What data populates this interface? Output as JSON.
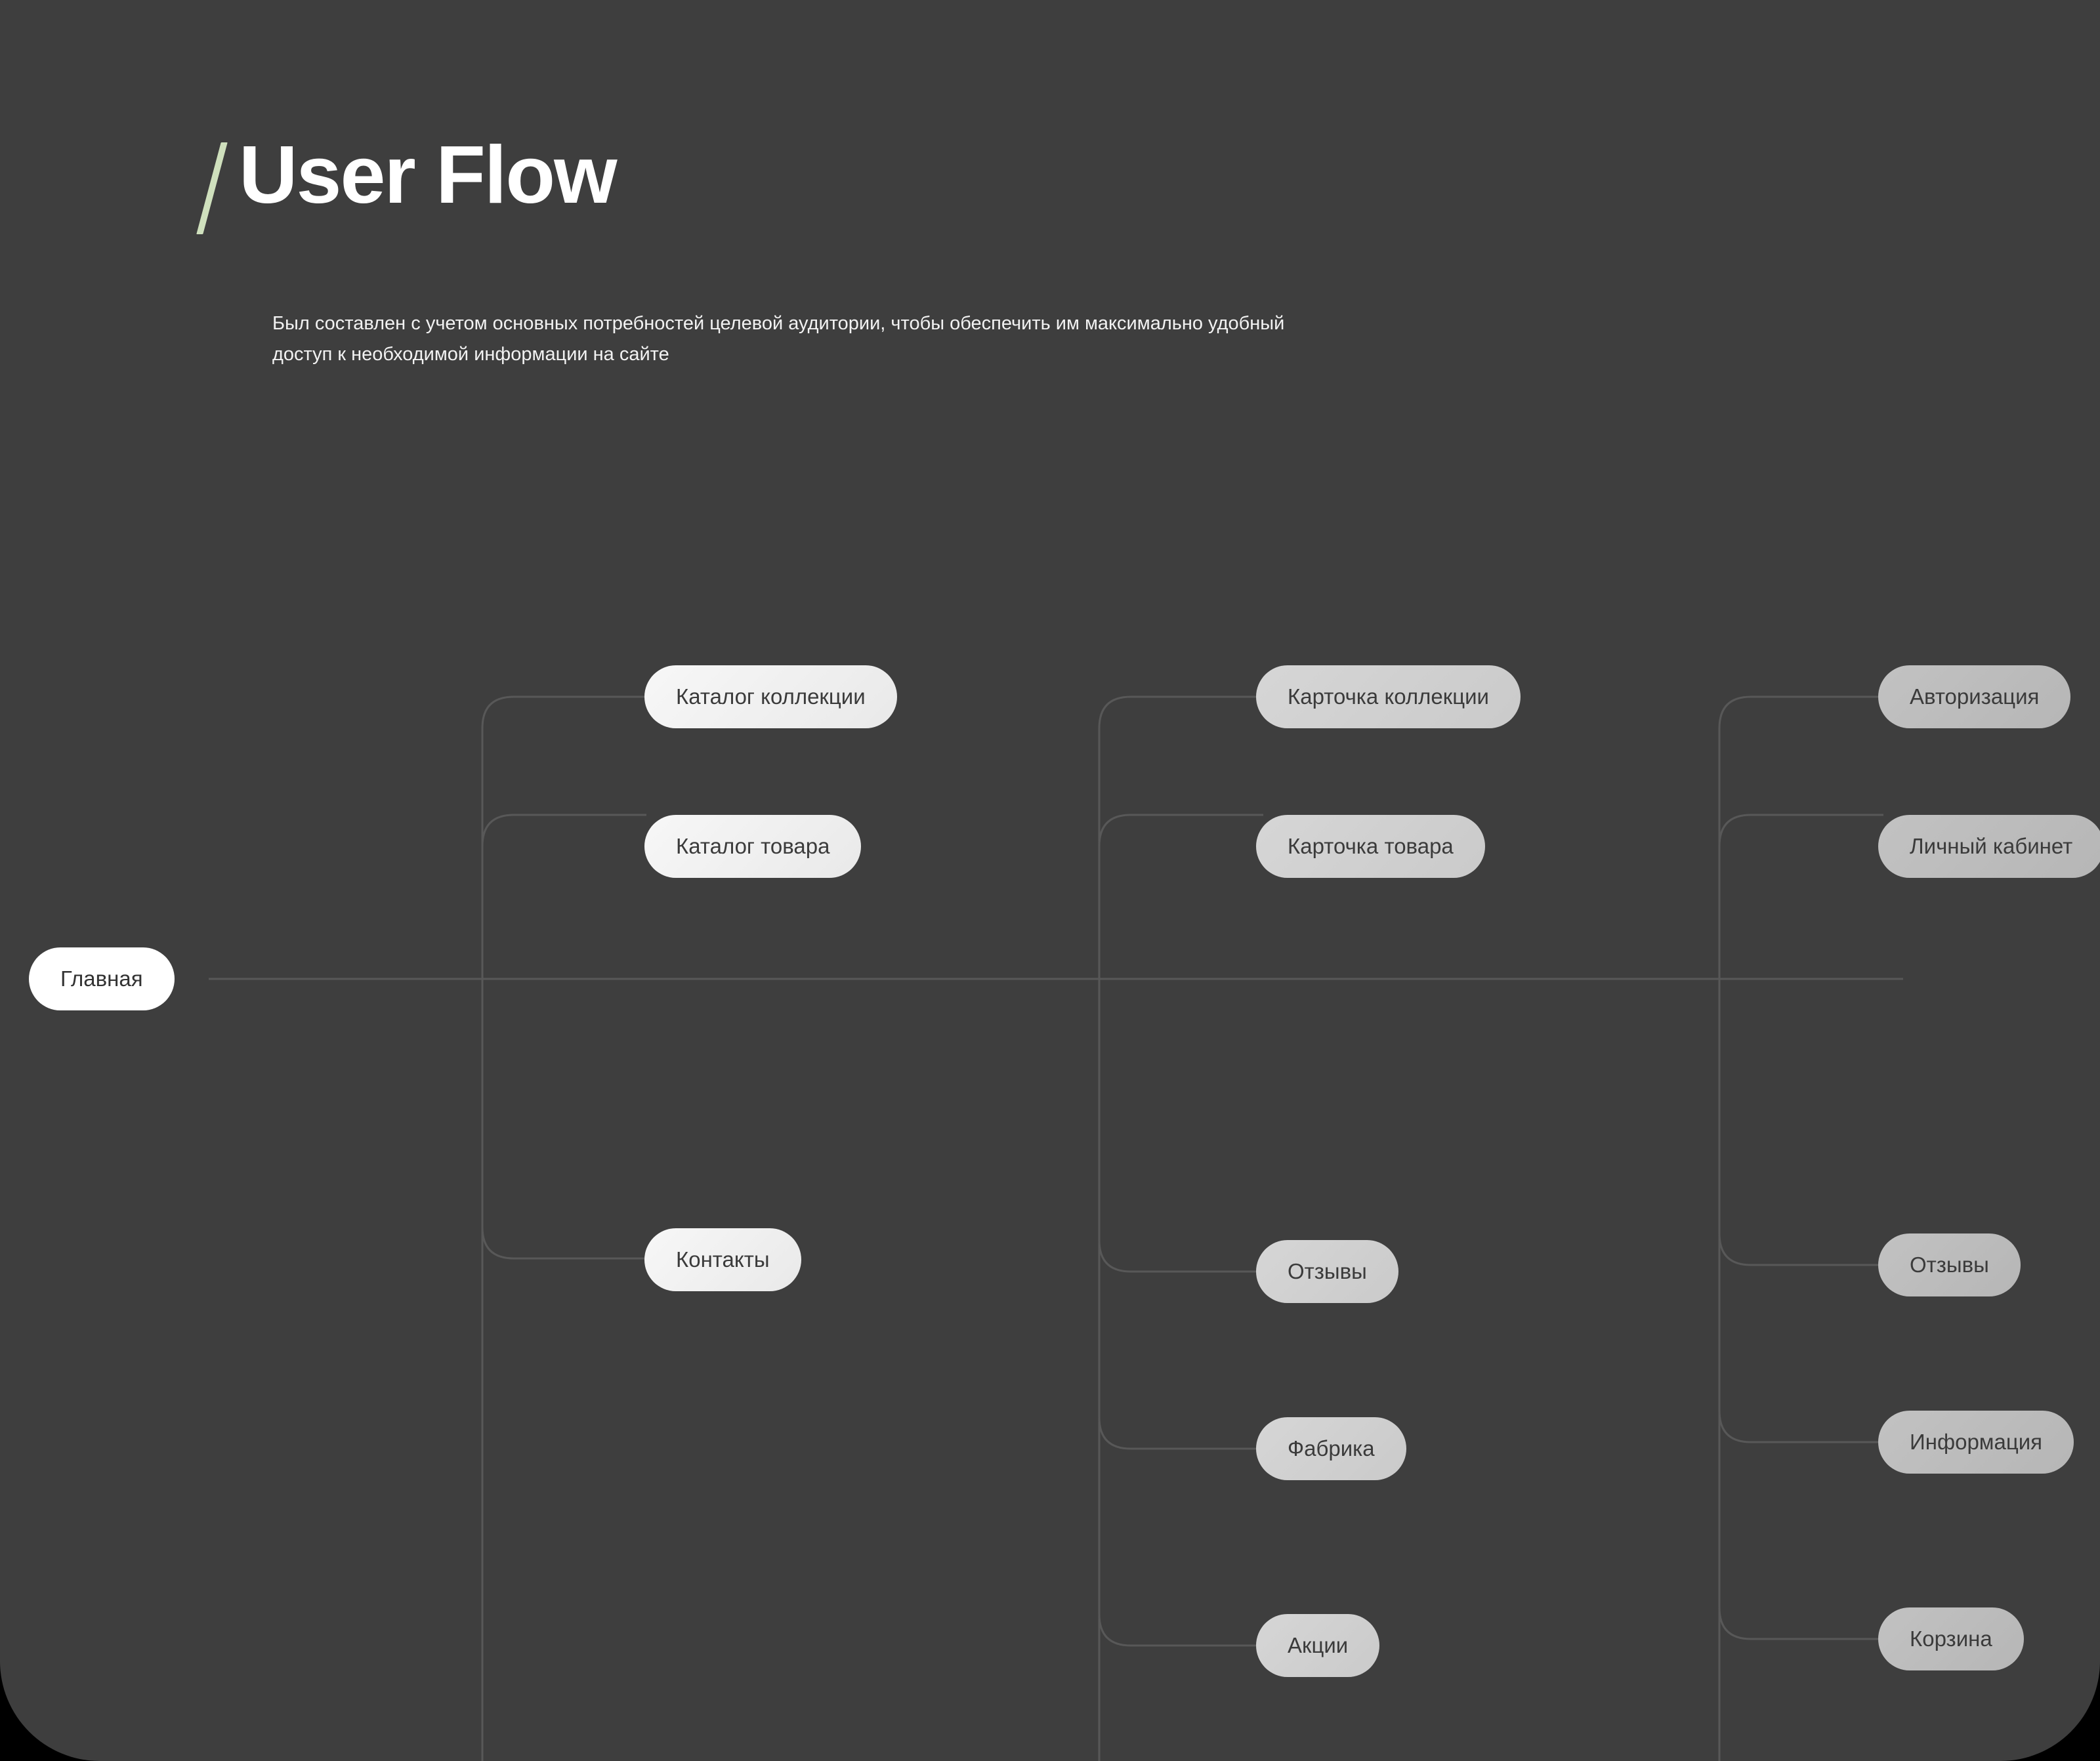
{
  "header": {
    "slash": "/",
    "title": "User Flow",
    "description": "Был составлен с учетом основных потребностей целевой аудитории, чтобы обеспечить им максимально удобный доступ к необходимой информации на сайте"
  },
  "colors": {
    "background": "#3e3e3e",
    "page": "#000000",
    "accent": "#cfe0bd",
    "title_text": "#ffffff",
    "body_text": "#f2f2f2",
    "node_text": "#3b3b3b",
    "root_node": "#ffffff",
    "level1_node": "#f0f0f0",
    "level2_node": "#d0d0d0",
    "level3_node": "#bcbcbc",
    "connector": "#585858"
  },
  "diagram": {
    "type": "tree",
    "root": {
      "label": "Главная"
    },
    "columns": [
      {
        "level": 1,
        "nodes": [
          {
            "label": "Каталог коллекции"
          },
          {
            "label": "Каталог товара"
          },
          {
            "label": "Контакты"
          }
        ]
      },
      {
        "level": 2,
        "nodes": [
          {
            "label": "Карточка коллекции"
          },
          {
            "label": "Карточка товара"
          },
          {
            "label": "Отзывы"
          },
          {
            "label": "Фабрика"
          },
          {
            "label": "Акции"
          }
        ]
      },
      {
        "level": 3,
        "nodes": [
          {
            "label": "Авторизация"
          },
          {
            "label": "Личный кабинет"
          },
          {
            "label": "Отзывы"
          },
          {
            "label": "Информация"
          },
          {
            "label": "Корзина"
          }
        ]
      }
    ]
  }
}
